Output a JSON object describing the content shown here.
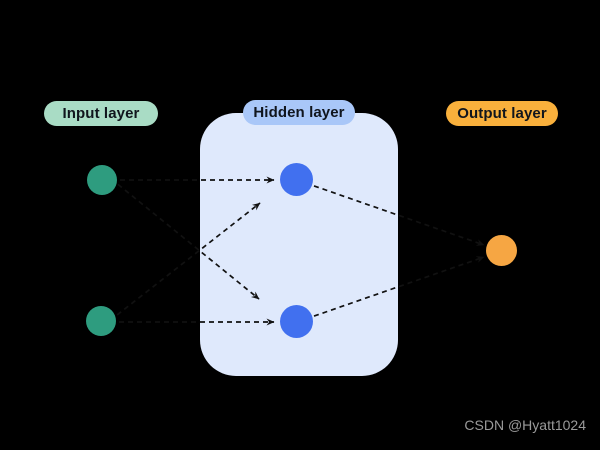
{
  "background_color": "#000000",
  "diagram": {
    "type": "neural-network",
    "layers": [
      {
        "id": "input",
        "label": "Input layer",
        "pill_color": "#a9dcc5",
        "node_color": "#2e9c7f",
        "node_count": 2
      },
      {
        "id": "hidden",
        "label": "Hidden layer",
        "pill_color": "#a9c7f8",
        "panel_color": "#dfe9fc",
        "node_color": "#4170ef",
        "node_count": 2
      },
      {
        "id": "output",
        "label": "Output layer",
        "pill_color": "#f9b03c",
        "node_color": "#f6a643",
        "node_count": 1
      }
    ],
    "connections": [
      {
        "from": "input-1",
        "to": "hidden-1",
        "style": "dashed-arrow"
      },
      {
        "from": "input-1",
        "to": "hidden-2",
        "style": "dashed-arrow"
      },
      {
        "from": "input-2",
        "to": "hidden-1",
        "style": "dashed-arrow"
      },
      {
        "from": "input-2",
        "to": "hidden-2",
        "style": "dashed-arrow"
      },
      {
        "from": "hidden-1",
        "to": "output-1",
        "style": "dashed-arrow"
      },
      {
        "from": "hidden-2",
        "to": "output-1",
        "style": "dashed-arrow"
      }
    ],
    "connection_style": {
      "stroke": "#111111",
      "dash_pattern": "5 4"
    }
  },
  "watermark": {
    "text": "CSDN @Hyatt1024",
    "color": "#9a9a9a"
  }
}
